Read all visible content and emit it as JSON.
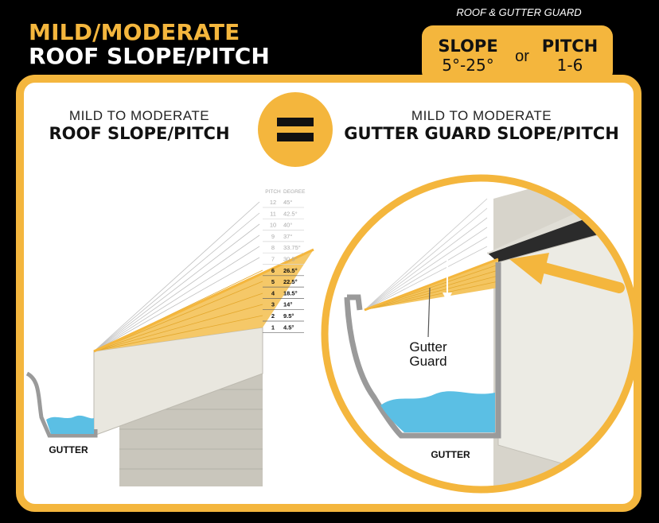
{
  "header": {
    "title_line1": "MILD/MODERATE",
    "title_line2": "ROOF SLOPE/PITCH"
  },
  "spec_tab": {
    "caption": "ROOF & GUTTER GUARD",
    "slope_label": "SLOPE",
    "slope_value": "5°-25°",
    "or_text": "or",
    "pitch_label": "PITCH",
    "pitch_value": "1-6"
  },
  "left_heading": {
    "line1": "MILD TO MODERATE",
    "line2": "ROOF SLOPE/PITCH"
  },
  "right_heading": {
    "line1": "MILD TO MODERATE",
    "line2": "GUTTER GUARD SLOPE/PITCH"
  },
  "pitch_table": {
    "col_pitch": "PITCH",
    "col_degree": "DEGREE",
    "rows": [
      {
        "pitch": "12",
        "degree": "45°",
        "highlight": false
      },
      {
        "pitch": "11",
        "degree": "42.5°",
        "highlight": false
      },
      {
        "pitch": "10",
        "degree": "40°",
        "highlight": false
      },
      {
        "pitch": "9",
        "degree": "37°",
        "highlight": false
      },
      {
        "pitch": "8",
        "degree": "33.75°",
        "highlight": false
      },
      {
        "pitch": "7",
        "degree": "30.5°",
        "highlight": false
      },
      {
        "pitch": "6",
        "degree": "26.5°",
        "highlight": true
      },
      {
        "pitch": "5",
        "degree": "22.5°",
        "highlight": true
      },
      {
        "pitch": "4",
        "degree": "18.5°",
        "highlight": true
      },
      {
        "pitch": "3",
        "degree": "14°",
        "highlight": true
      },
      {
        "pitch": "2",
        "degree": "9.5°",
        "highlight": true
      },
      {
        "pitch": "1",
        "degree": "4.5°",
        "highlight": true
      }
    ]
  },
  "labels": {
    "gutter_left": "GUTTER",
    "gutter_right": "GUTTER",
    "guard_line1": "Gutter",
    "guard_line2": "Guard"
  },
  "colors": {
    "accent": "#f4b63d",
    "water": "#5bbfe4",
    "fascia": "#e9e7df",
    "siding": "#c9c6bc"
  }
}
